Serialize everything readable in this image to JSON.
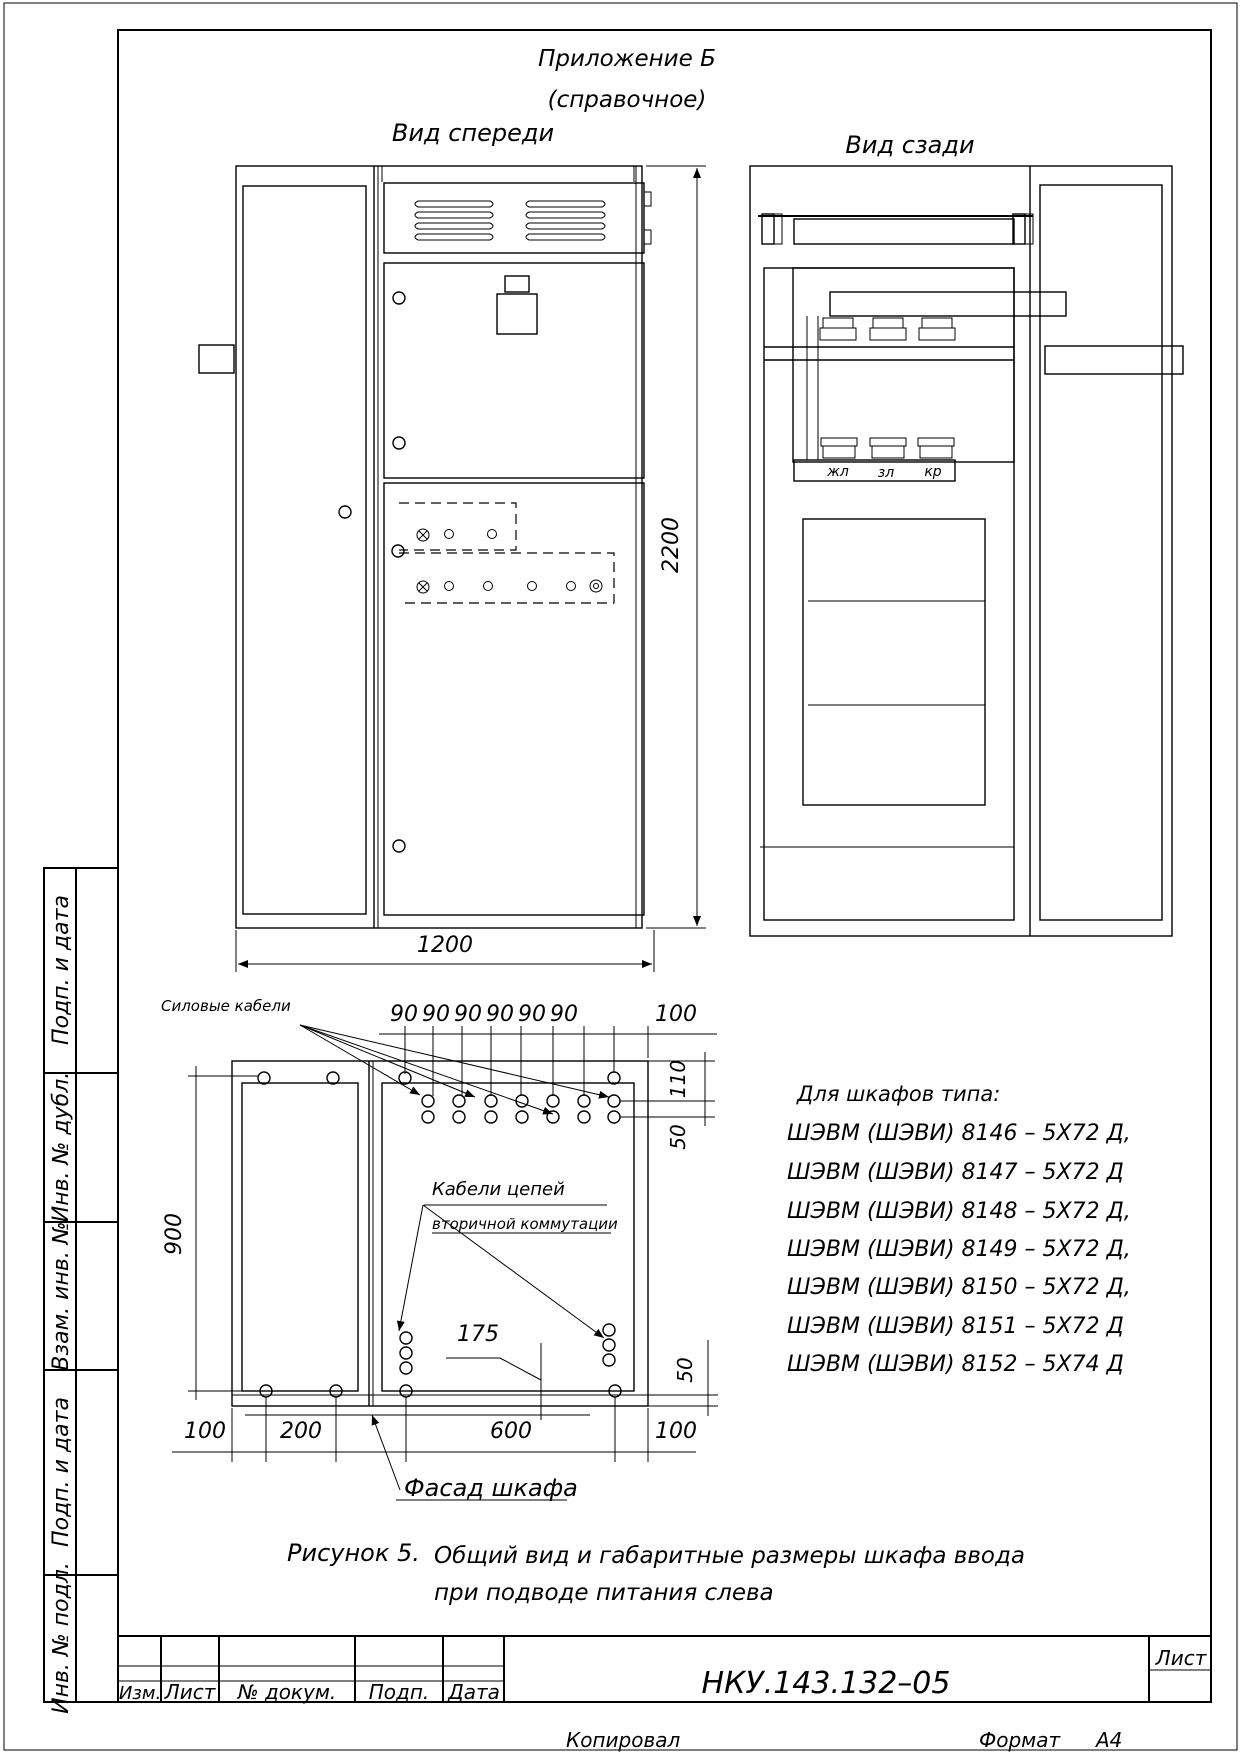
{
  "header": {
    "appendix": "Приложение Б",
    "appendix_note": "(справочное)"
  },
  "views": {
    "front": "Вид спереди",
    "rear": "Вид сзади"
  },
  "dimensions": {
    "height": "2200",
    "width": "1200",
    "plan_pitch": [
      "90",
      "90",
      "90",
      "90",
      "90",
      "90"
    ],
    "plan_right_top": "100",
    "plan_110": "110",
    "plan_50_top": "50",
    "plan_depth": "900",
    "plan_175": "175",
    "plan_50_bottom": "50",
    "plan_bottom": [
      "100",
      "200",
      "600",
      "100"
    ]
  },
  "rear_labels": [
    "жл",
    "зл",
    "кр"
  ],
  "plan_labels": {
    "power_cables": "Силовые кабели",
    "secondary_1": "Кабели цепей",
    "secondary_2": "вторичной коммутации",
    "facade": "Фасад шкафа"
  },
  "cabinet_types": {
    "heading": "Для шкафов типа:",
    "items": [
      "ШЭВМ (ШЭВИ) 8146 – 5Х72 Д,",
      "ШЭВМ (ШЭВИ) 8147 – 5Х72 Д",
      "ШЭВМ (ШЭВИ) 8148 – 5Х72 Д,",
      "ШЭВМ (ШЭВИ) 8149 – 5Х72 Д,",
      "ШЭВМ (ШЭВИ) 8150 – 5Х72 Д,",
      "ШЭВМ (ШЭВИ) 8151 – 5Х72 Д",
      "ШЭВМ (ШЭВИ) 8152 – 5Х74 Д"
    ]
  },
  "caption": {
    "number": "Рисунок 5.",
    "line1": "Общий вид и габаритные размеры шкафа ввода",
    "line2": "при подводе питания слева"
  },
  "side_stamp": [
    "Подп. и дата",
    "Инв. № дубл.",
    "Взам. инв. №",
    "Подп. и дата",
    "Инв. № подл."
  ],
  "title_block": {
    "designation": "НКУ.143.132–05",
    "sheet": "Лист",
    "cols": [
      "Изм.",
      "Лист",
      "№ докум.",
      "Подп.",
      "Дата"
    ]
  },
  "footer": {
    "copied": "Копировал",
    "format_label": "Формат",
    "format_value": "А4"
  }
}
